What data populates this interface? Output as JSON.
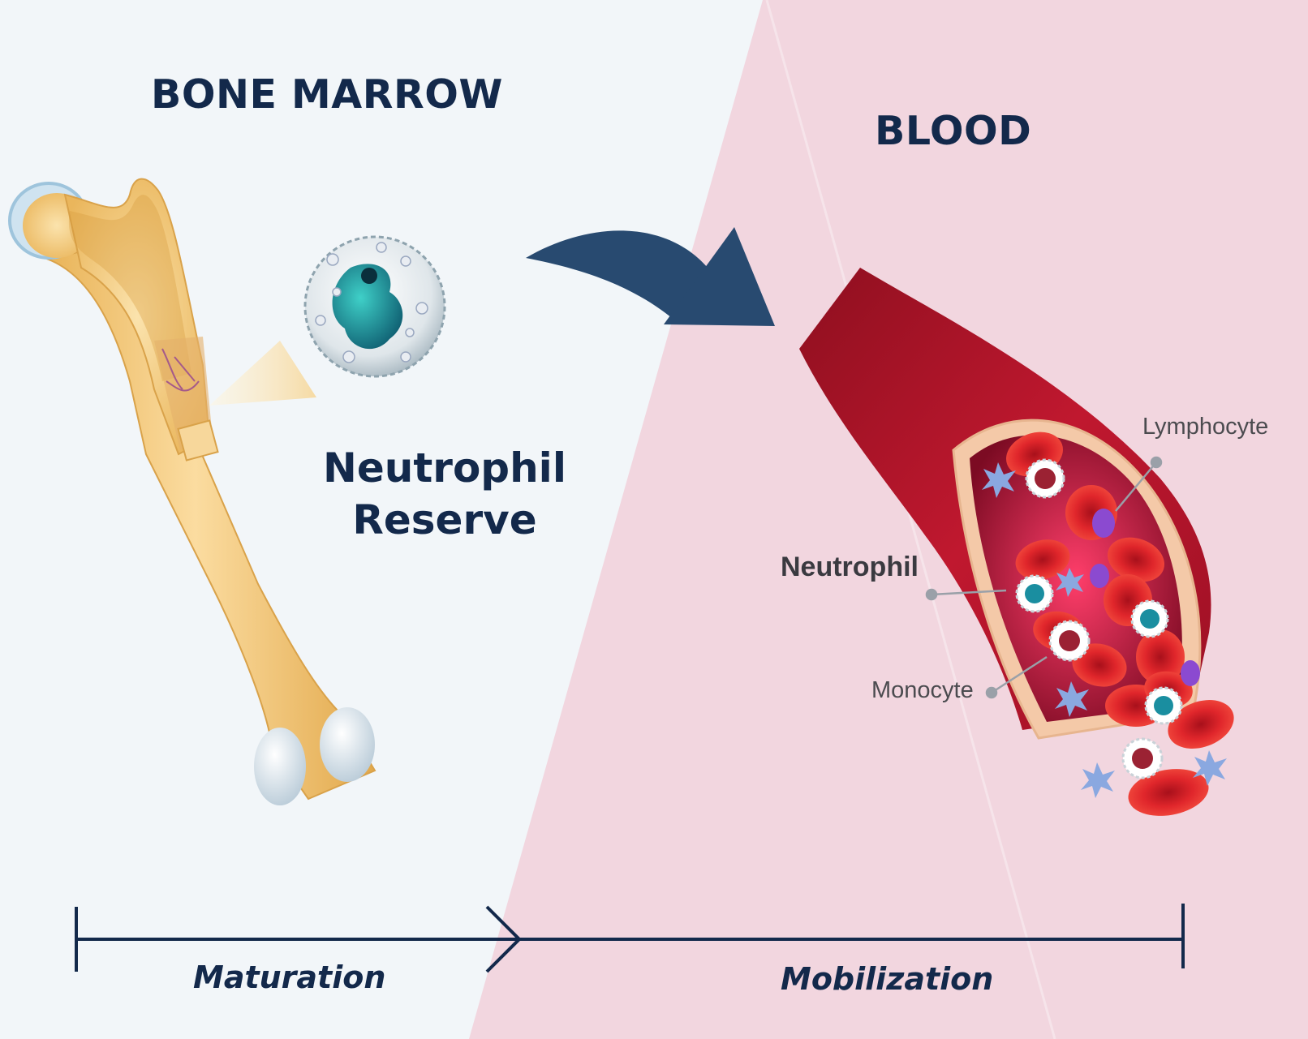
{
  "regions": {
    "bone_marrow": "BONE MARROW",
    "blood": "BLOOD"
  },
  "reserve": {
    "line1": "Neutrophil",
    "line2": "Reserve"
  },
  "cells": {
    "lymphocyte": "Lymphocyte",
    "neutrophil": "Neutrophil",
    "monocyte": "Monocyte"
  },
  "timeline": {
    "maturation": "Maturation",
    "mobilization": "Mobilization"
  },
  "colors": {
    "left_bg": "#f2f6f9",
    "right_bg": "#f2d6df",
    "navy": "#13294b",
    "arrow": "#284a70",
    "bone": "#f3c978",
    "vessel": "#b5132a",
    "rbc": "#e0262b"
  }
}
